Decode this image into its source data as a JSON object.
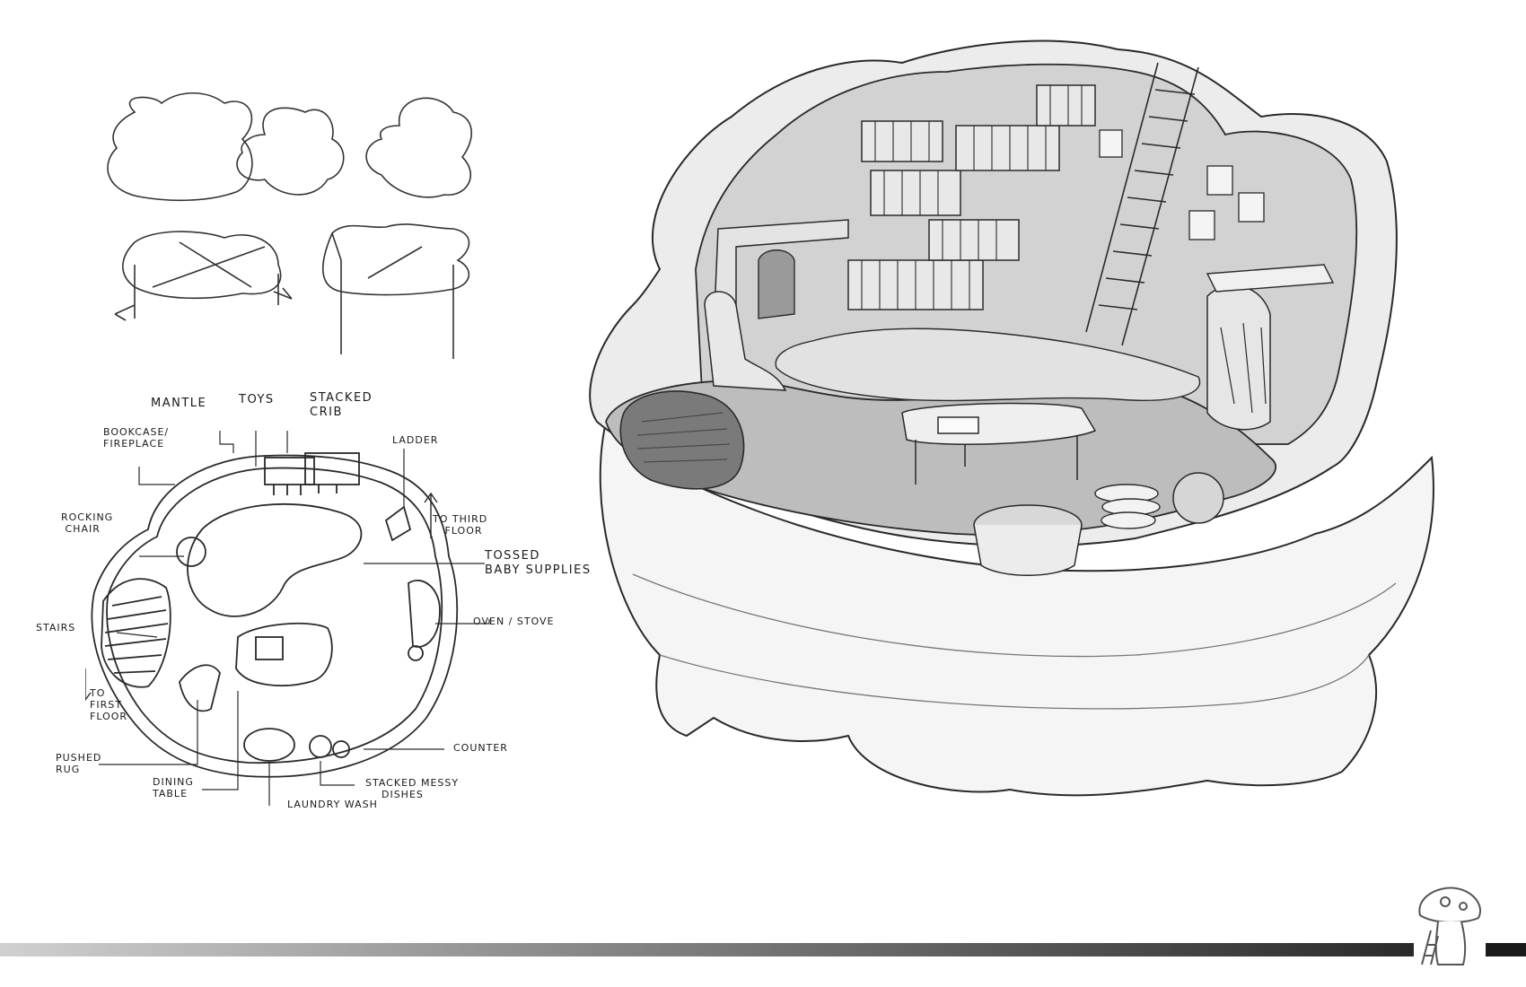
{
  "floorplan_labels": {
    "mantle": "Mantle",
    "toys": "Toys",
    "stacked_crib": "Stacked\ncrib",
    "bookcase_fireplace": "Bookcase/\nfireplace",
    "ladder": "Ladder",
    "to_third_floor": "To third\n   floor",
    "rocking_chair": "Rocking\n chair",
    "tossed_baby_supplies": "Tossed\nbaby supplies",
    "stairs": "Stairs",
    "oven_stove": "Oven / stove",
    "to_first_floor": "To\nfirst\nfloor",
    "pushed_rug": "Pushed\nrug",
    "counter": "Counter",
    "dining_table": "Dining\ntable",
    "stacked_messy_dishes": "Stacked messy\n    dishes",
    "laundry_wash": "Laundry wash"
  },
  "colors": {
    "ink": "#2a2a2a",
    "floor_gray": "#bdbdbd",
    "wall_gray": "#d4d4d4",
    "paper": "#ffffff"
  },
  "icons": {
    "logo": "mushroom-house-icon"
  }
}
